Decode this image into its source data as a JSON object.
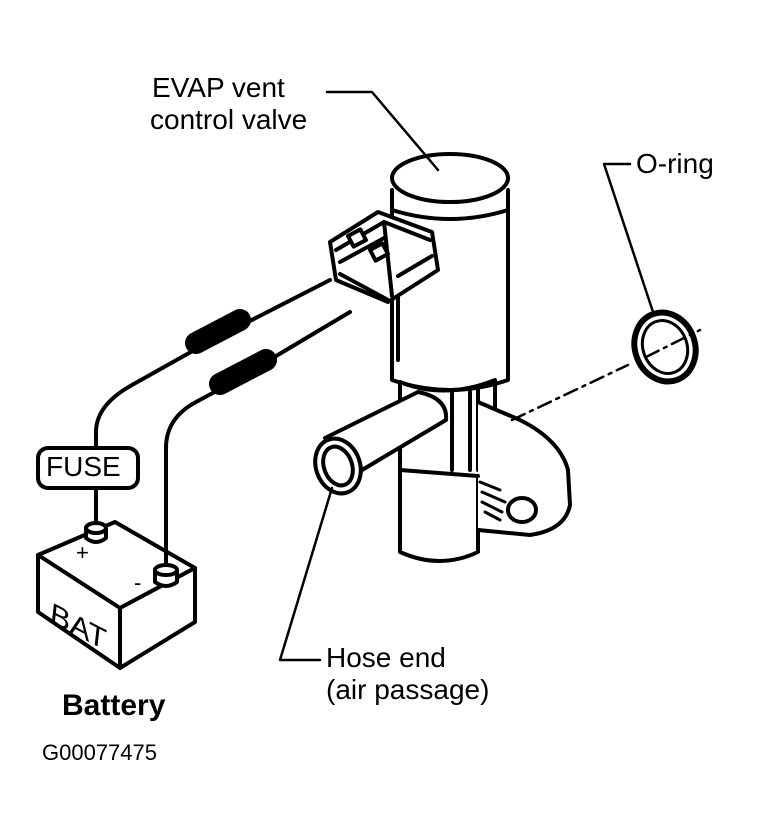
{
  "diagram": {
    "labels": {
      "valve_line1": "EVAP vent",
      "valve_line2": "control valve",
      "oring": "O-ring",
      "fuse": "FUSE",
      "battery_face": "BAT",
      "battery": "Battery",
      "hose_line1": "Hose end",
      "hose_line2": "(air passage)",
      "plus": "+",
      "minus": "-",
      "figure_id": "G00077475"
    },
    "colors": {
      "ink": "#000000",
      "paper": "#ffffff"
    }
  }
}
